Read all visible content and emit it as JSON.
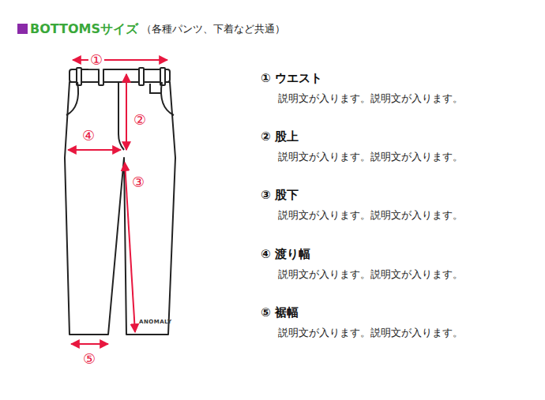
{
  "diagram": {
    "title": "BOTTOMSサイズ",
    "labels": [
      "（各種パンツ、下着など共通）",
      "①",
      "②",
      "③",
      "④",
      "⑤",
      "ANOMALY",
      "① ウエスト",
      "説明文が入ります。説明文が入ります。",
      "② 股上",
      "説明文が入ります。説明文が入ります。",
      "③ 股下",
      "説明文が入ります。説明文が入ります。",
      "④ 渡り幅",
      "説明文が入ります。説明文が入ります。",
      "⑤ 裾幅",
      "説明文が入ります。説明文が入ります。"
    ]
  }
}
